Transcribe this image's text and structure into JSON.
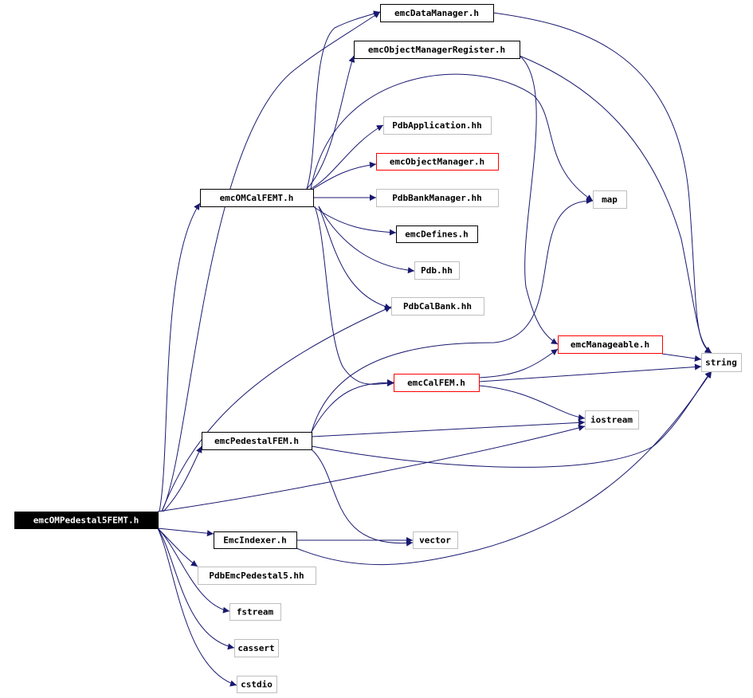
{
  "diagram": {
    "colors": {
      "edge": "#191970",
      "root_fill": "#000000",
      "root_text": "#ffffff",
      "documented_border": "#000000",
      "undocumented_border": "#bfbfbf",
      "truncated_border": "#ff0000",
      "text": "#000000"
    },
    "nodes": {
      "root": {
        "label": "emcOMPedestal5FEMT.h",
        "kind": "root"
      },
      "emcOMCalFEMT": {
        "label": "emcOMCalFEMT.h",
        "kind": "documented"
      },
      "emcPedestalFEM": {
        "label": "emcPedestalFEM.h",
        "kind": "documented"
      },
      "EmcIndexer": {
        "label": "EmcIndexer.h",
        "kind": "documented"
      },
      "PdbEmcPedestal5": {
        "label": "PdbEmcPedestal5.hh",
        "kind": "external"
      },
      "fstream": {
        "label": "fstream",
        "kind": "external"
      },
      "cassert": {
        "label": "cassert",
        "kind": "external"
      },
      "cstdio": {
        "label": "cstdio",
        "kind": "external"
      },
      "emcDataManager": {
        "label": "emcDataManager.h",
        "kind": "documented"
      },
      "emcObjectManagerRegister": {
        "label": "emcObjectManagerRegister.h",
        "kind": "documented"
      },
      "PdbApplication": {
        "label": "PdbApplication.hh",
        "kind": "external"
      },
      "emcObjectManager": {
        "label": "emcObjectManager.h",
        "kind": "truncated"
      },
      "PdbBankManager": {
        "label": "PdbBankManager.hh",
        "kind": "external"
      },
      "emcDefines": {
        "label": "emcDefines.h",
        "kind": "documented"
      },
      "Pdb": {
        "label": "Pdb.hh",
        "kind": "external"
      },
      "PdbCalBank": {
        "label": "PdbCalBank.hh",
        "kind": "external"
      },
      "emcCalFEM": {
        "label": "emcCalFEM.h",
        "kind": "truncated"
      },
      "map": {
        "label": "map",
        "kind": "external"
      },
      "emcManageable": {
        "label": "emcManageable.h",
        "kind": "truncated"
      },
      "string": {
        "label": "string",
        "kind": "external"
      },
      "iostream": {
        "label": "iostream",
        "kind": "external"
      },
      "vector": {
        "label": "vector",
        "kind": "external"
      }
    },
    "edges": [
      [
        "root",
        "emcDataManager"
      ],
      [
        "root",
        "emcOMCalFEMT"
      ],
      [
        "root",
        "PdbCalBank"
      ],
      [
        "root",
        "emcPedestalFEM"
      ],
      [
        "root",
        "iostream"
      ],
      [
        "root",
        "EmcIndexer"
      ],
      [
        "root",
        "PdbEmcPedestal5"
      ],
      [
        "root",
        "fstream"
      ],
      [
        "root",
        "cassert"
      ],
      [
        "root",
        "cstdio"
      ],
      [
        "emcOMCalFEMT",
        "emcDataManager"
      ],
      [
        "emcOMCalFEMT",
        "emcObjectManagerRegister"
      ],
      [
        "emcOMCalFEMT",
        "PdbApplication"
      ],
      [
        "emcOMCalFEMT",
        "emcObjectManager"
      ],
      [
        "emcOMCalFEMT",
        "PdbBankManager"
      ],
      [
        "emcOMCalFEMT",
        "emcDefines"
      ],
      [
        "emcOMCalFEMT",
        "Pdb"
      ],
      [
        "emcOMCalFEMT",
        "PdbCalBank"
      ],
      [
        "emcOMCalFEMT",
        "emcCalFEM"
      ],
      [
        "emcOMCalFEMT",
        "map"
      ],
      [
        "emcPedestalFEM",
        "emcCalFEM"
      ],
      [
        "emcPedestalFEM",
        "map"
      ],
      [
        "emcPedestalFEM",
        "iostream"
      ],
      [
        "emcPedestalFEM",
        "string"
      ],
      [
        "emcPedestalFEM",
        "vector"
      ],
      [
        "EmcIndexer",
        "vector"
      ],
      [
        "EmcIndexer",
        "string"
      ],
      [
        "emcDataManager",
        "string"
      ],
      [
        "emcObjectManagerRegister",
        "string"
      ],
      [
        "emcObjectManagerRegister",
        "emcManageable"
      ],
      [
        "emcCalFEM",
        "emcManageable"
      ],
      [
        "emcCalFEM",
        "string"
      ],
      [
        "emcCalFEM",
        "iostream"
      ],
      [
        "emcManageable",
        "string"
      ]
    ]
  }
}
